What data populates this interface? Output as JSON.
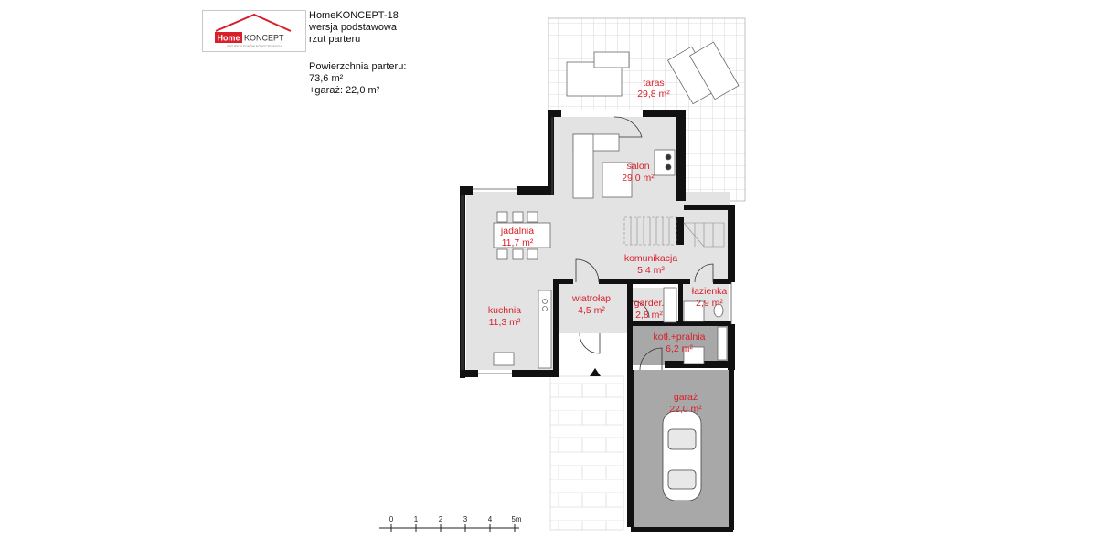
{
  "header": {
    "logo_home": "Home",
    "logo_koncept": "KONCEPT",
    "logo_tagline": "PROJEKTY DOMÓW NOWOCZESNYCH",
    "title": "HomeKONCEPT-18",
    "variant": "wersja podstawowa",
    "view": "rzut parteru",
    "area_label": "Powierzchnia parteru:",
    "area_value": "73,6 m²",
    "garage_area": "+garaż: 22,0 m²"
  },
  "rooms": {
    "taras": {
      "name": "taras",
      "area": "29,8 m²"
    },
    "salon": {
      "name": "salon",
      "area": "29,0 m²"
    },
    "jadalnia": {
      "name": "jadalnia",
      "area": "11,7 m²"
    },
    "komunikacja": {
      "name": "komunikacja",
      "area": "5,4 m²"
    },
    "kuchnia": {
      "name": "kuchnia",
      "area": "11,3 m²"
    },
    "wiatrolap": {
      "name": "wiatrołap",
      "area": "4,5 m²"
    },
    "garderoba": {
      "name": "garder.",
      "area": "2,8 m²"
    },
    "lazienka": {
      "name": "łazienka",
      "area": "2,9 m²"
    },
    "kotlownia": {
      "name": "kotł.+pralnia",
      "area": "6,2 m²"
    },
    "garaz": {
      "name": "garaż",
      "area": "22,0 m²"
    }
  },
  "scale": {
    "ticks": [
      "0",
      "1",
      "2",
      "3",
      "4",
      "5m"
    ]
  },
  "colors": {
    "room_label": "#d8202a",
    "floor": "#e3e3e3",
    "garage_floor": "#a8a8a8",
    "wall": "#111111",
    "logo_red": "#d8202a"
  }
}
